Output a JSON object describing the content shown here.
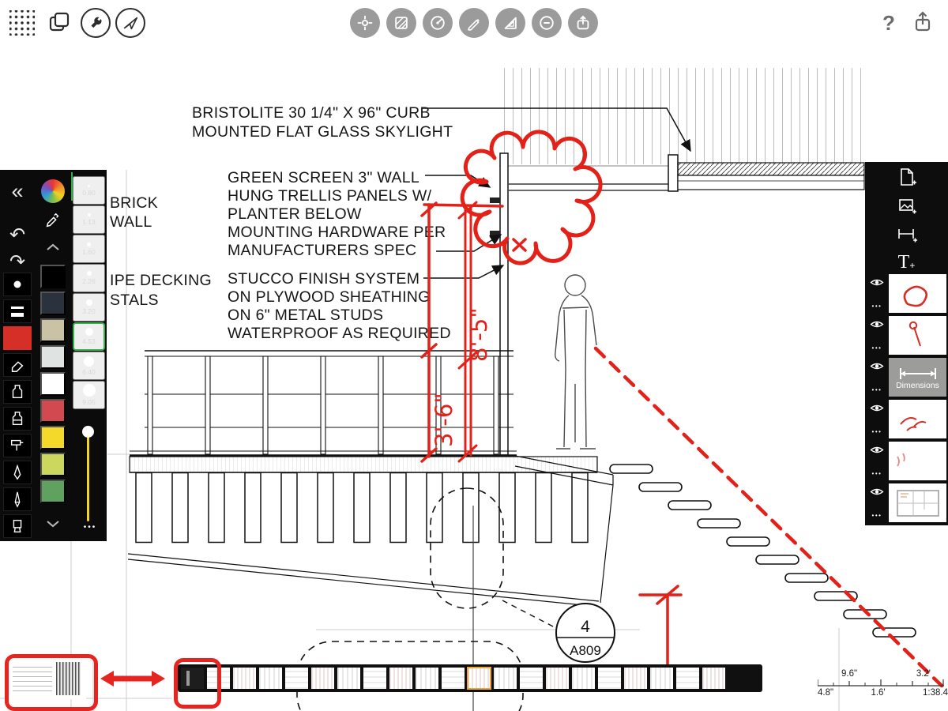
{
  "toolbar": {
    "left_icons": [
      "grid-dots",
      "duplicate",
      "wrench",
      "compass"
    ],
    "center_icons": [
      "move",
      "hatch-fill",
      "protractor",
      "pen",
      "set-square",
      "subtract",
      "export"
    ],
    "help_label": "?",
    "share_icon": "share"
  },
  "left_panel": {
    "collapse_label": "«",
    "undo_icon": "↶",
    "redo_icon": "↷",
    "stroke_widths": [
      "0.80",
      "1.13",
      "1.60",
      "2.26",
      "3.20",
      "4.53",
      "6.40",
      "9.05"
    ],
    "selected_stroke_width": "4.53",
    "swatches": [
      "#000000",
      "#2a323e",
      "#c9c2a4",
      "#dfe4e2",
      "#ffffff",
      "#d24a50",
      "#f4d82a",
      "#ccd75d",
      "#5fa25f"
    ],
    "active_color": "#d62f27",
    "slider_color": "#f5d32a",
    "more_label": "•••"
  },
  "right_panel": {
    "tool_icons": [
      "add-page",
      "add-image",
      "add-dimension",
      "add-text"
    ],
    "text_tool_label": "T",
    "more_label": "•••",
    "layers": [
      {
        "thumb": "red-sketch"
      },
      {
        "thumb": "red-pin"
      },
      {
        "thumb": "dimensions",
        "label": "Dimensions",
        "selected": true
      },
      {
        "thumb": "red-scribble"
      },
      {
        "thumb": "red-marks"
      },
      {
        "thumb": "floor-plan"
      }
    ]
  },
  "drawing": {
    "skylight_note": {
      "line1": "BRISTOLITE 30 1/4\" X 96\" CURB",
      "line2": "MOUNTED FLAT GLASS SKYLIGHT"
    },
    "green_screen_note": {
      "line1": "GREEN SCREEN 3\" WALL",
      "line2": "HUNG TRELLIS PANELS W/",
      "line3": "PLANTER BELOW",
      "line4": "MOUNTING HARDWARE PER",
      "line5": "MANUFACTURERS SPEC"
    },
    "stucco_note": {
      "line1": "STUCCO FINISH SYSTEM",
      "line2": "ON PLYWOOD SHEATHING",
      "line3": "ON 6\" METAL STUDS",
      "line4": "WATERPROOF AS REQUIRED"
    },
    "brick_note": {
      "line1": "BRICK",
      "line2": "WALL"
    },
    "decking_note": {
      "line1": "IPE DECKING",
      "line2": "STALS"
    },
    "callout": {
      "number": "4",
      "sheet": "A809"
    },
    "dimensions": {
      "upper": "8'-5\"",
      "lower": "3'-6\""
    }
  },
  "filmstrip": {
    "count": 21,
    "highlighted_index": 11
  },
  "scale_readout": {
    "top_left": "9.6\"",
    "top_right": "3.2'",
    "bottom_left": "4.8\"",
    "bottom_center": "1.6'",
    "bottom_right": "1:38.4"
  }
}
